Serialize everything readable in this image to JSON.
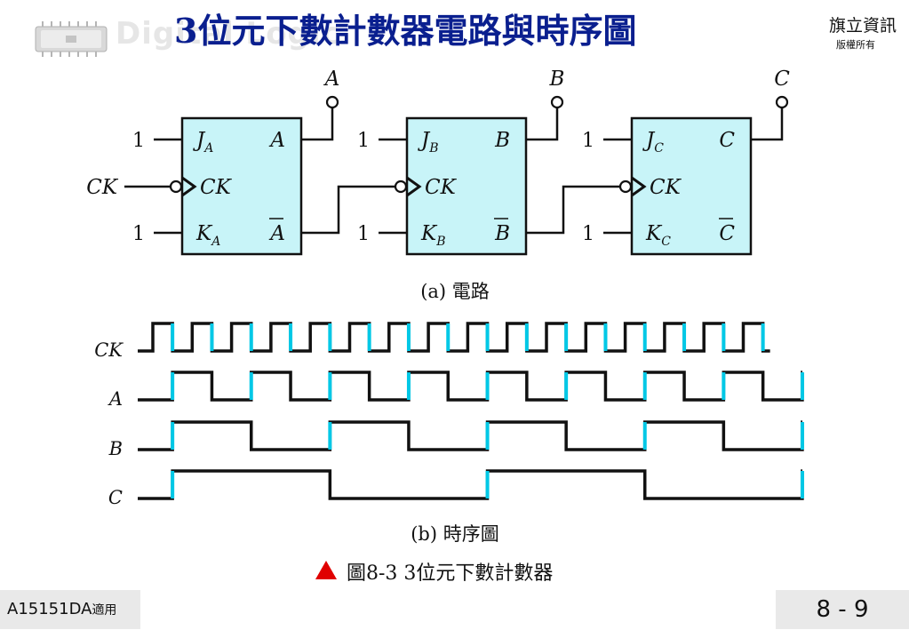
{
  "header": {
    "title": "3位元下數計數器電路與時序圖",
    "brand_watermark": "Digital Logic",
    "publisher": "旗立資訊",
    "rights": "版權所有"
  },
  "circuit": {
    "caption": "(a) 電路",
    "clock_input": "CK",
    "flip_flops": [
      {
        "j_main": "J",
        "j_sub": "A",
        "k_main": "K",
        "k_sub": "A",
        "q": "A",
        "qbar": "A",
        "ck": "CK",
        "j_in": "1",
        "k_in": "1",
        "output": "A"
      },
      {
        "j_main": "J",
        "j_sub": "B",
        "k_main": "K",
        "k_sub": "B",
        "q": "B",
        "qbar": "B",
        "ck": "CK",
        "j_in": "1",
        "k_in": "1",
        "output": "B"
      },
      {
        "j_main": "J",
        "j_sub": "C",
        "k_main": "K",
        "k_sub": "C",
        "q": "C",
        "qbar": "C",
        "ck": "CK",
        "j_in": "1",
        "k_in": "1",
        "output": "C"
      }
    ]
  },
  "timing": {
    "caption": "(b) 時序圖",
    "signals": [
      {
        "name": "CK",
        "pulses": 16
      },
      {
        "name": "A",
        "period_pulses": 2
      },
      {
        "name": "B",
        "period_pulses": 4
      },
      {
        "name": "C",
        "period_pulses": 8
      }
    ],
    "edge_color": "#00c8e6"
  },
  "figure_caption": {
    "marker": "▲",
    "text": "圖8-3  3位元下數計數器"
  },
  "footer": {
    "course": "A15151DA",
    "course_suffix": "適用",
    "page": "8 - 9"
  },
  "colors": {
    "title": "#0a1f8f",
    "flipflop_fill": "#c8f4f8",
    "marker": "#e00000",
    "footer_bg": "#e9e9e9"
  }
}
